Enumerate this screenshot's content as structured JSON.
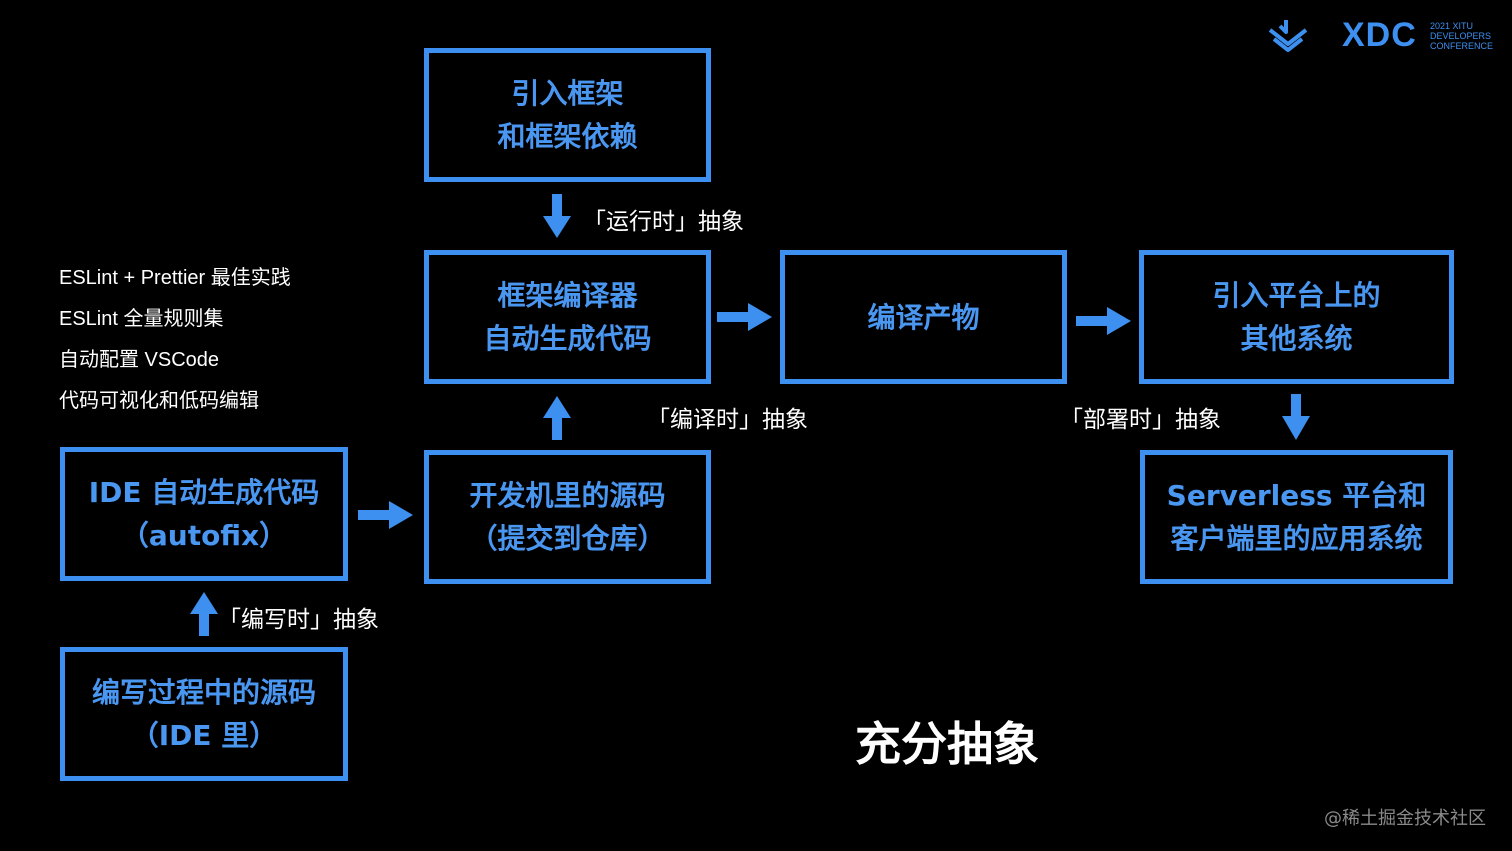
{
  "logo": {
    "wordmark": "XDC",
    "sub_lines": [
      "2021 XITU",
      "DEVELOPERS",
      "CONFERENCE"
    ]
  },
  "boxes": {
    "import_framework": {
      "lines": [
        "引入框架",
        "和框架依赖"
      ]
    },
    "framework_compiler": {
      "lines": [
        "框架编译器",
        "自动生成代码"
      ]
    },
    "compile_output": {
      "lines": [
        "编译产物"
      ]
    },
    "platform_systems": {
      "lines": [
        "引入平台上的",
        "其他系统"
      ]
    },
    "serverless": {
      "lines": [
        "Serverless 平台和",
        "客户端里的应用系统"
      ]
    },
    "ide_autofix": {
      "lines": [
        "IDE 自动生成代码",
        "（autofix）"
      ]
    },
    "dev_source": {
      "lines": [
        "开发机里的源码",
        "（提交到仓库）"
      ]
    },
    "writing_source": {
      "lines": [
        "编写过程中的源码",
        "（IDE 里）"
      ]
    }
  },
  "labels": {
    "runtime": "「运行时」抽象",
    "compile_time": "「编译时」抽象",
    "deploy_time": "「部署时」抽象",
    "write_time": "「编写时」抽象"
  },
  "notes": [
    "ESLint + Prettier 最佳实践",
    "ESLint 全量规则集",
    "自动配置 VSCode",
    "代码可视化和低码编辑"
  ],
  "title": "充分抽象",
  "watermark": "@稀土掘金技术社区",
  "colors": {
    "background": "#000000",
    "accent": "#3d8ff0",
    "text": "#ffffff"
  }
}
